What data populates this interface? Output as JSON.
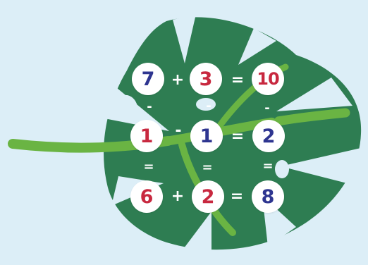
{
  "puzzle": {
    "rows": [
      {
        "cells": [
          "7",
          "3",
          "10"
        ],
        "operators": [
          "+",
          "="
        ]
      },
      {
        "cells": [
          "1",
          "1",
          "2"
        ],
        "operators": [
          "-",
          "="
        ]
      },
      {
        "cells": [
          "6",
          "2",
          "8"
        ],
        "operators": [
          "+",
          "="
        ]
      }
    ],
    "column_operators": {
      "between_row1_row2": [
        "-",
        "-",
        "-"
      ],
      "between_row2_row3": [
        "=",
        "=",
        "="
      ]
    }
  },
  "colors": {
    "background": "#dceef7",
    "leaf": "#2e7d52",
    "vein": "#6ab443",
    "number_red": "#c8283f",
    "number_blue": "#2e3590",
    "operator": "#ffffff",
    "cell_background": "#ffffff"
  }
}
